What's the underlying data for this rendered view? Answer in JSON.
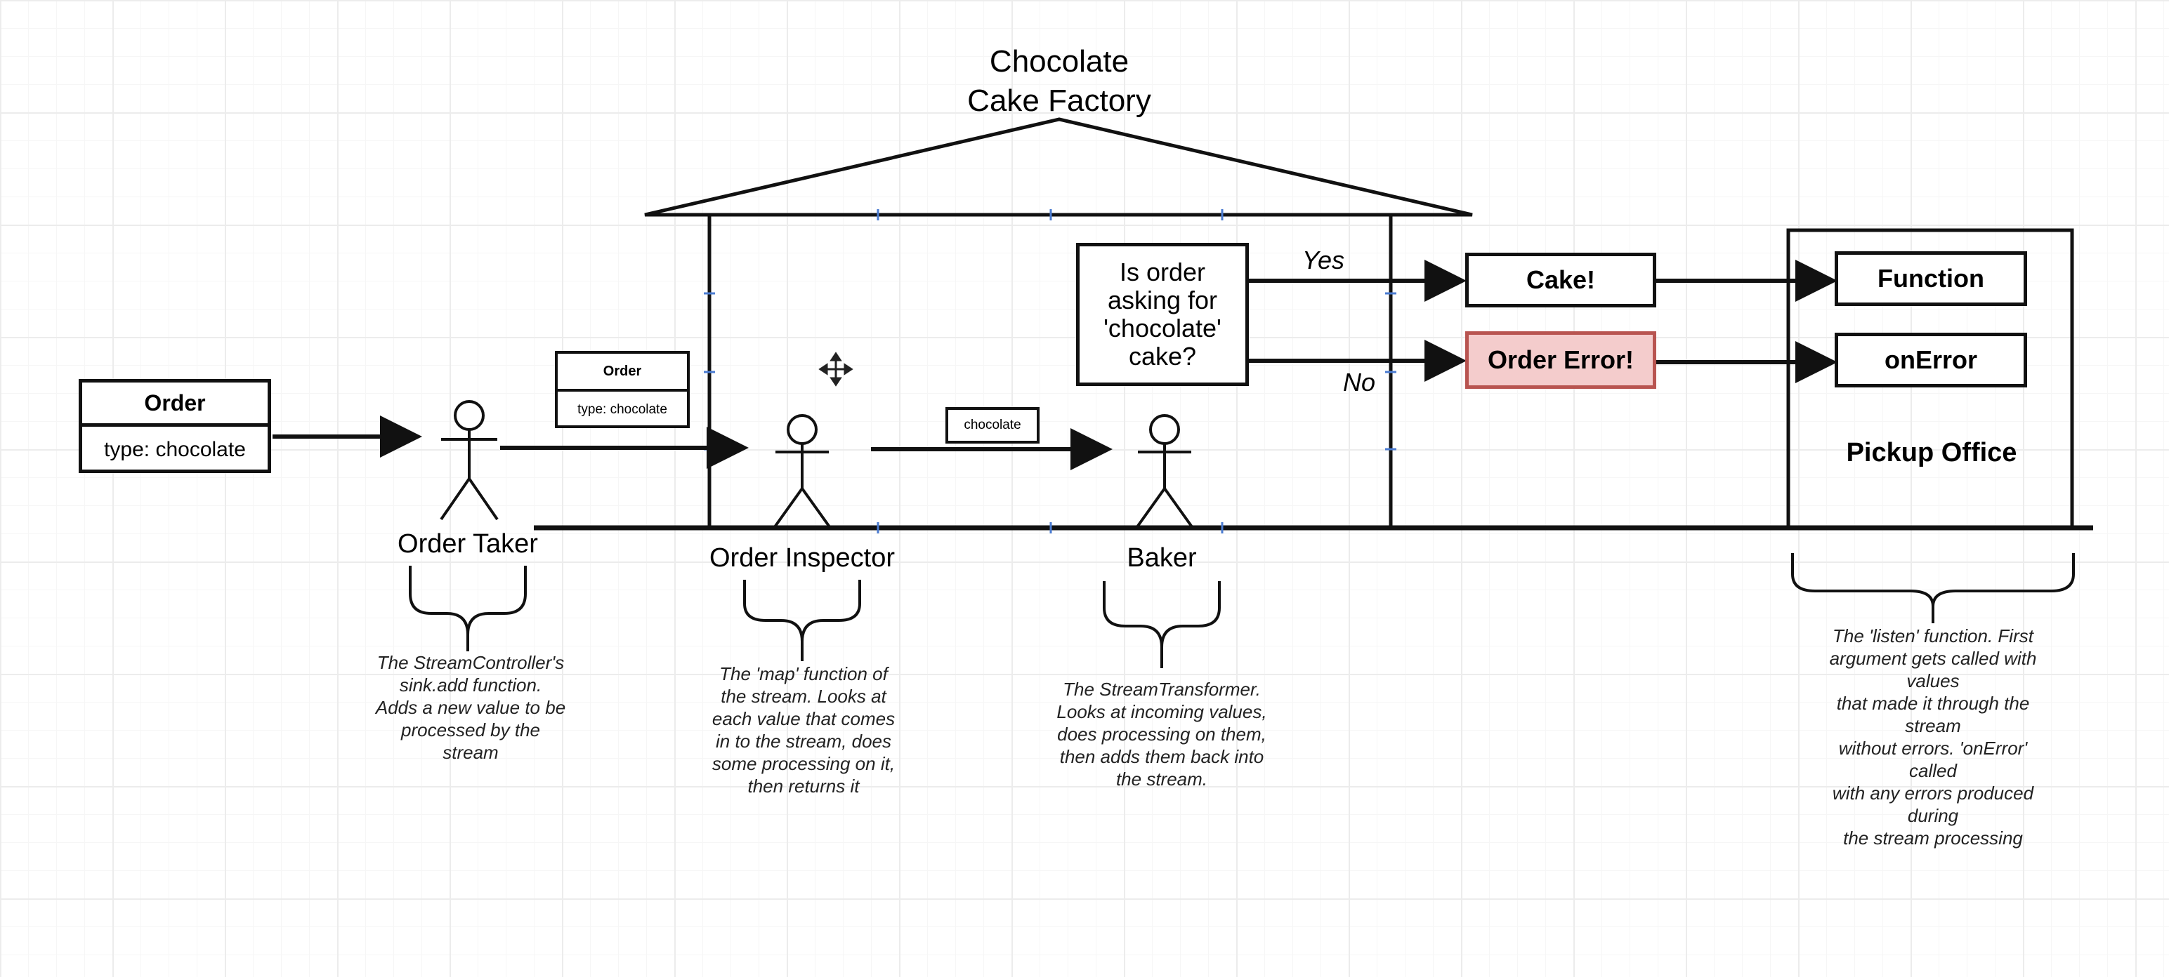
{
  "factory": {
    "title": "Chocolate\nCake Factory"
  },
  "order_card": {
    "header": "Order",
    "body": "type: chocolate"
  },
  "small_order_card": {
    "header": "Order",
    "body": "type: chocolate"
  },
  "chocolate_tag": "chocolate",
  "decision": {
    "question": "Is order\nasking for\n'chocolate'\ncake?",
    "yes_label": "Yes",
    "no_label": "No"
  },
  "outcomes": {
    "cake": "Cake!",
    "order_error": "Order Error!"
  },
  "pickup": {
    "function_label": "Function",
    "onerror_label": "onError",
    "office_label": "Pickup Office"
  },
  "roles": {
    "order_taker": "Order Taker",
    "order_inspector": "Order Inspector",
    "baker": "Baker"
  },
  "notes": {
    "order_taker": "The StreamController's\nsink.add function.\nAdds a new value to be\nprocessed by the\nstream",
    "order_inspector": "The 'map' function of\nthe stream.  Looks at\neach value that comes\nin to the stream, does\nsome processing on it,\nthen returns it",
    "baker": "The StreamTransformer.\nLooks at incoming values,\ndoes processing on them,\nthen adds them back into\nthe stream.",
    "pickup": "The 'listen' function.  First\nargument gets called with values\nthat made it through the stream\nwithout errors.  'onError' called\nwith any errors produced during\nthe stream processing"
  },
  "colors": {
    "error_fill": "#f4cccc",
    "error_border": "#b85450",
    "stroke": "#111111",
    "selection_handle": "#4a7bd1"
  }
}
